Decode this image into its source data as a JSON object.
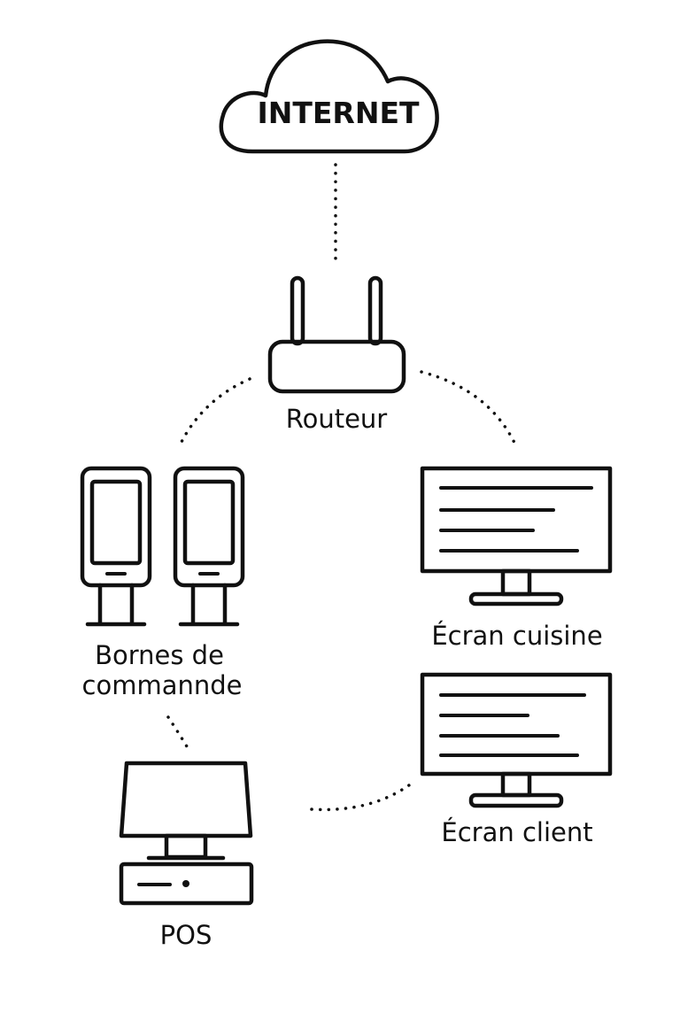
{
  "diagram": {
    "nodes": {
      "internet": {
        "label": "INTERNET",
        "icon": "cloud-icon"
      },
      "router": {
        "label": "Routeur",
        "icon": "router-icon"
      },
      "kiosks": {
        "label_line1": "Bornes de",
        "label_line2": "commannde",
        "icon": "kiosk-icon"
      },
      "kitchen_screen": {
        "label": "Écran cuisine",
        "icon": "monitor-icon"
      },
      "customer_screen": {
        "label": "Écran client",
        "icon": "monitor-icon"
      },
      "pos": {
        "label": "POS",
        "icon": "pos-terminal-icon"
      }
    },
    "colors": {
      "stroke": "#111111",
      "background": "#ffffff"
    }
  }
}
